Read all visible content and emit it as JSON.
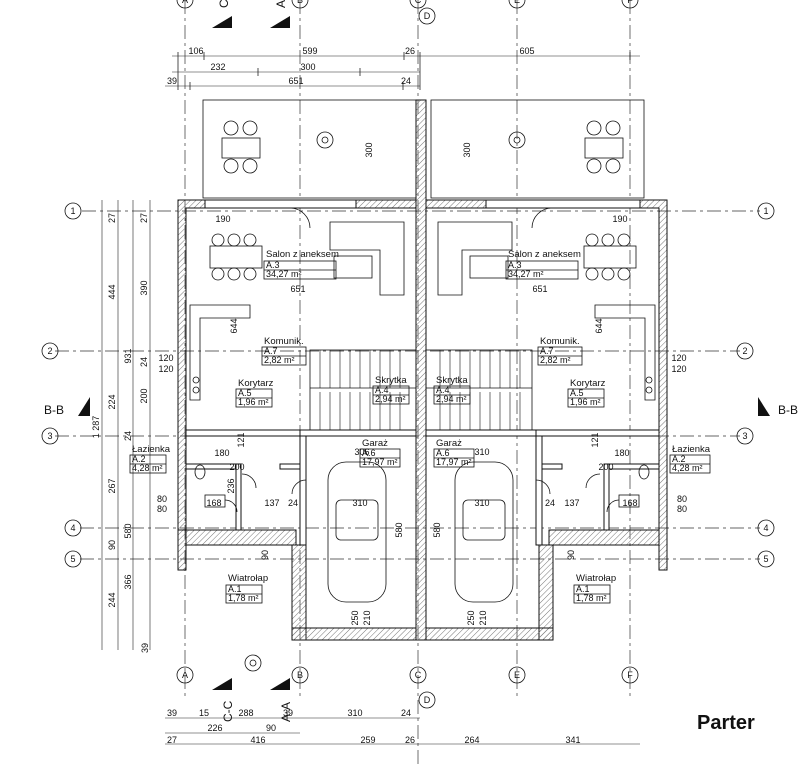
{
  "title": "Parter",
  "axes": {
    "vertical": [
      "A",
      "B",
      "C",
      "D",
      "E",
      "F"
    ],
    "horizontal": [
      "1",
      "2",
      "3",
      "4",
      "5"
    ]
  },
  "sections": {
    "bb": "B-B",
    "aa": "A-A",
    "cc": "C-C"
  },
  "rooms": {
    "salon": {
      "name": "Salon z aneksem",
      "code": "A.3",
      "area": "34,27 m²"
    },
    "komunik": {
      "name": "Komunik.",
      "code": "A.7",
      "area": "2,82 m²"
    },
    "korytarz": {
      "name": "Korytarz",
      "code": "A.5",
      "area": "1,96 m²"
    },
    "skrytka": {
      "name": "Skrytka",
      "code": "A.4",
      "area": "2,94 m²"
    },
    "lazienka": {
      "name": "Łazienka",
      "code": "A.2",
      "area": "4,28 m²"
    },
    "garaz": {
      "name": "Garaż",
      "code": "A.6",
      "area": "17,97 m²"
    },
    "wiatrolap": {
      "name": "Wiatrołap",
      "code": "A.1",
      "area": "1,78 m²"
    }
  },
  "dims": {
    "top1": [
      "106",
      "599",
      "26",
      "605"
    ],
    "top2": [
      "232",
      "300"
    ],
    "top3": [
      "39",
      "651",
      "24"
    ],
    "left": [
      "27",
      "444",
      "931",
      "1 287",
      "224",
      "267",
      "24",
      "580",
      "90",
      "366",
      "244",
      "39"
    ],
    "left_inner": [
      "27",
      "390",
      "24",
      "200",
      "24",
      "137"
    ],
    "bottom1": [
      "39",
      "15",
      "288",
      "39",
      "310",
      "24"
    ],
    "bottom2": [
      "226",
      "90"
    ],
    "bottom3": [
      "27",
      "416",
      "259",
      "26",
      "264",
      "341"
    ],
    "terrace": "300",
    "room_190": "190",
    "room_651": "651",
    "room_644": "644",
    "room_120": "120",
    "room_180": "180",
    "room_80": "80",
    "room_168": "168",
    "room_310": "310",
    "room_580": "580",
    "room_250": "250",
    "room_210": "210",
    "room_236": "236",
    "room_306": "306",
    "room_137": "137",
    "room_24": "24",
    "room_90": "90",
    "room_200": "200",
    "room_121": "121"
  }
}
